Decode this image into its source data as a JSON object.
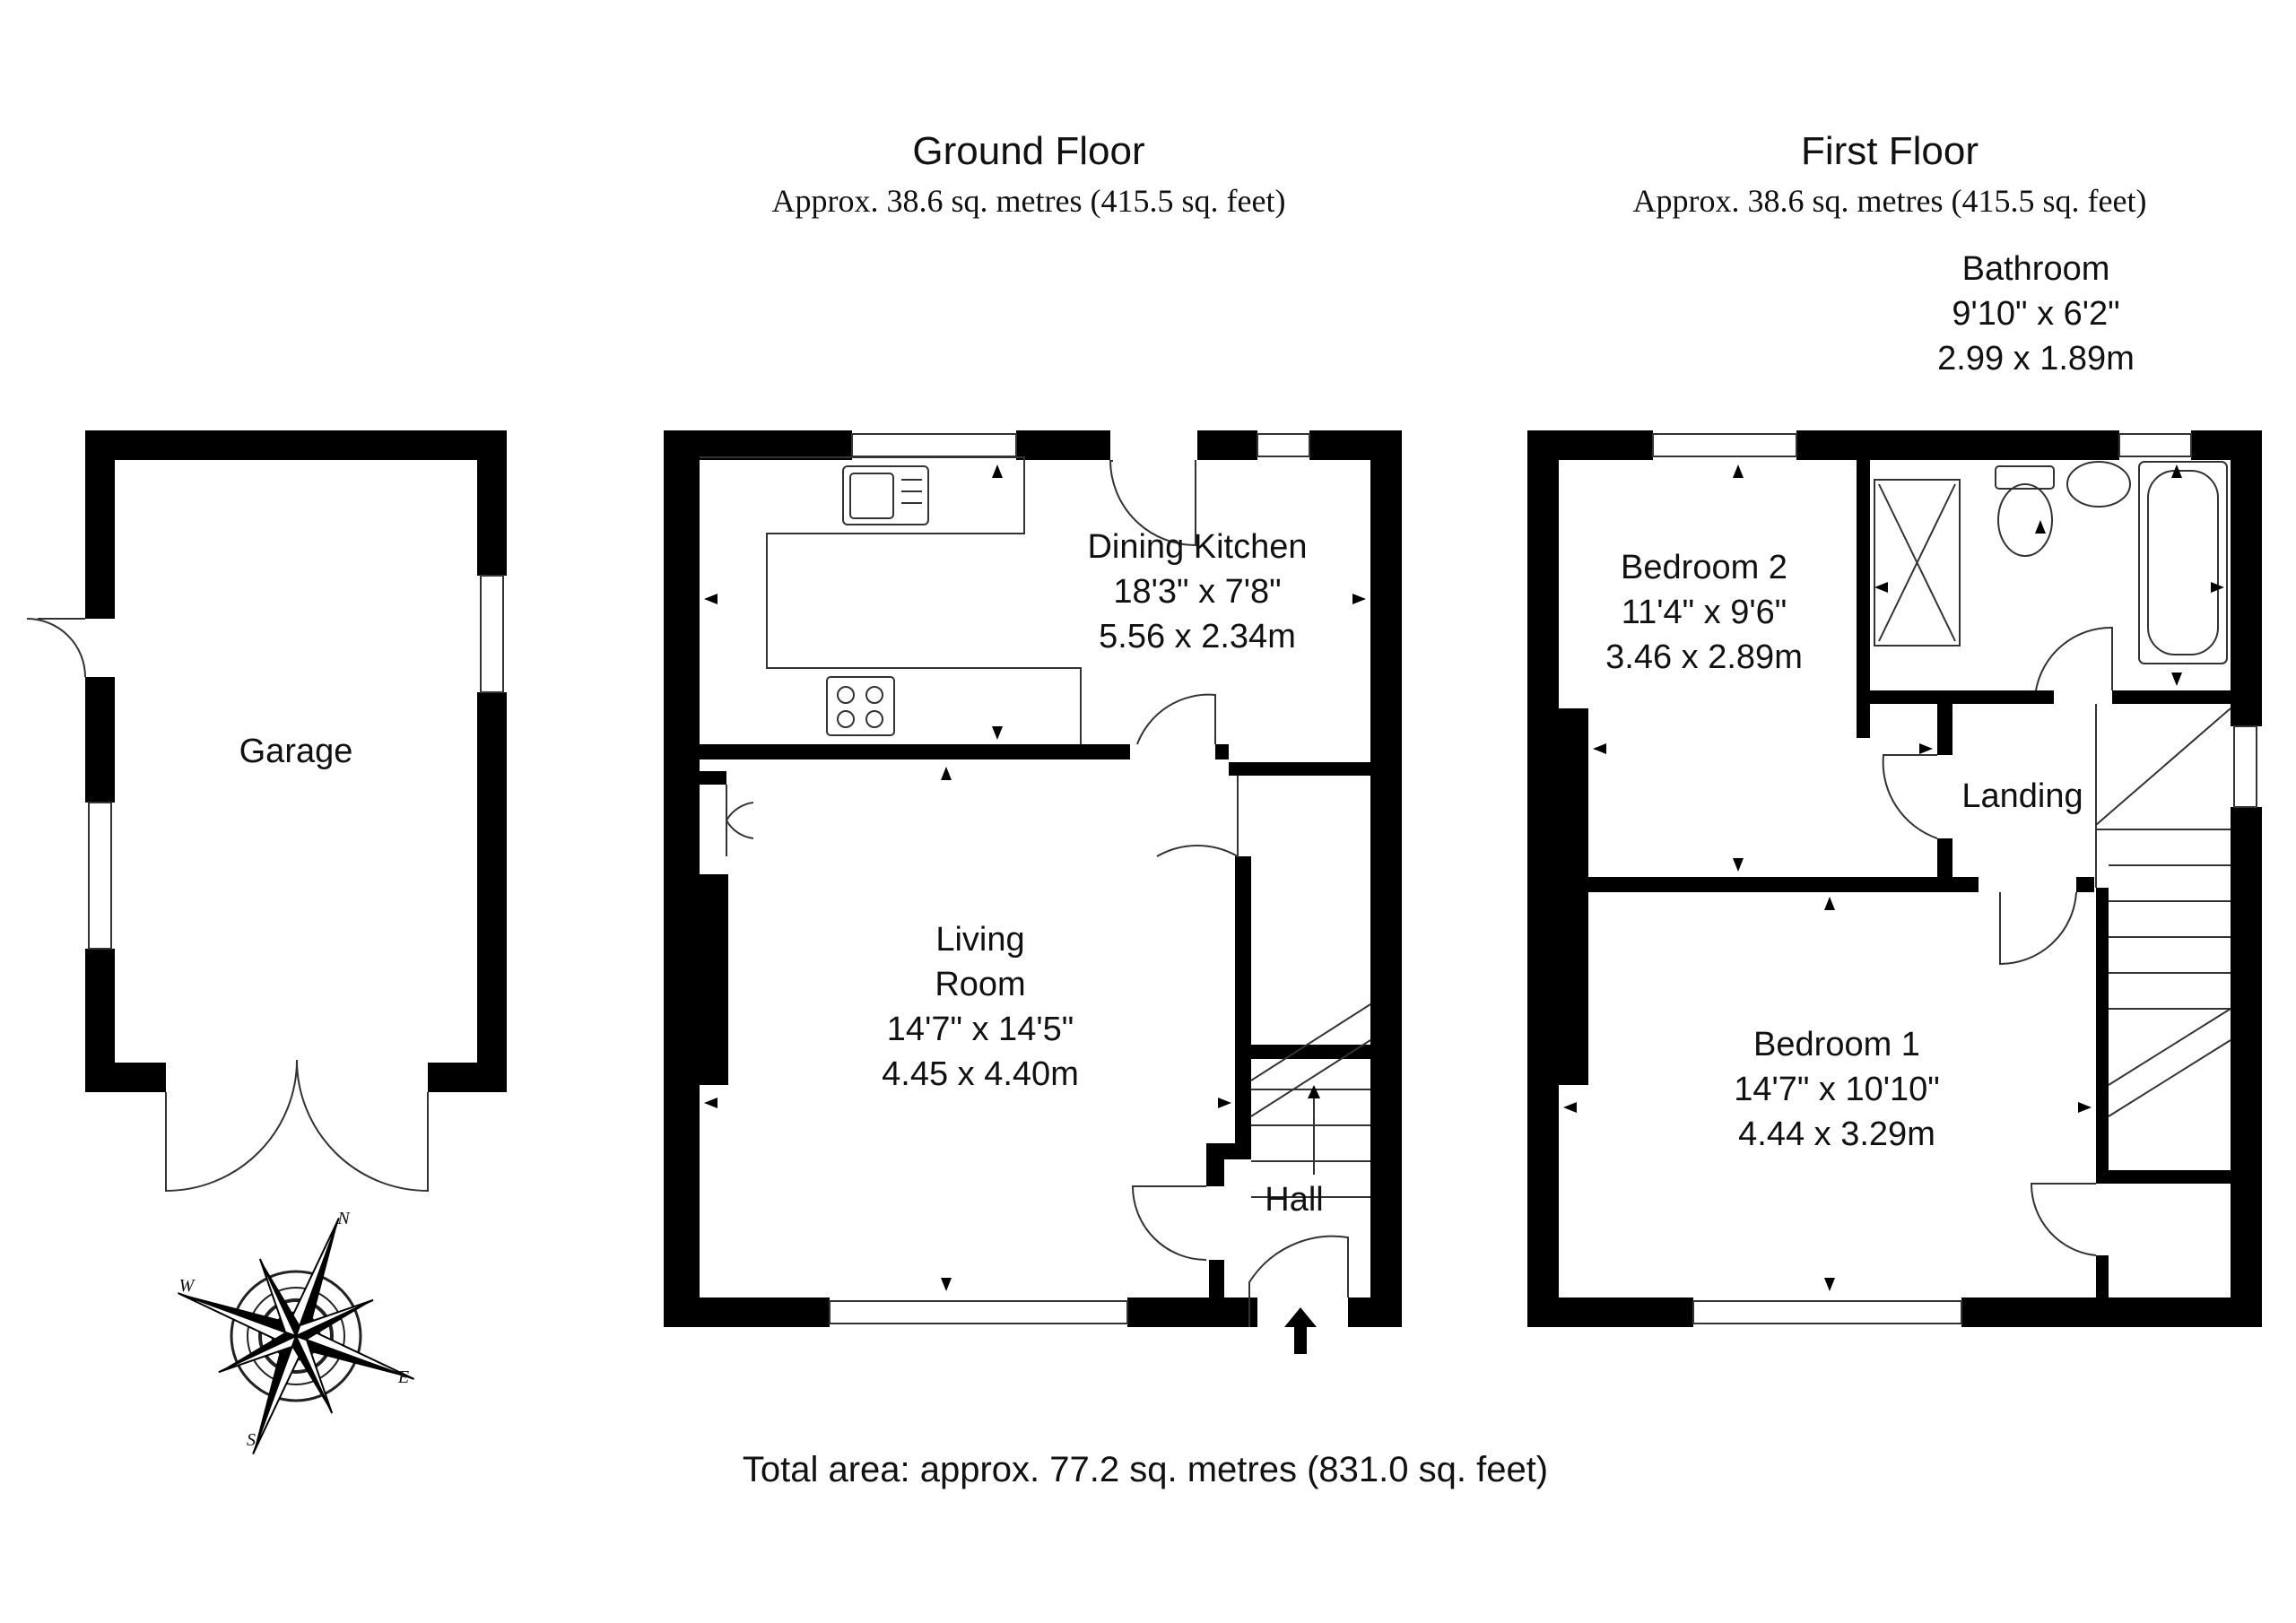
{
  "headers": {
    "ground_title": "Ground Floor",
    "ground_area": "Approx. 38.6 sq. metres (415.5 sq. feet)",
    "first_title": "First Floor",
    "first_area": "Approx. 38.6 sq. metres (415.5 sq. feet)"
  },
  "rooms": {
    "garage": {
      "name": "Garage"
    },
    "dining_kitchen": {
      "name": "Dining Kitchen",
      "imperial": "18'3\" x 7'8\"",
      "metric": "5.56 x 2.34m"
    },
    "living_room": {
      "name_line1": "Living",
      "name_line2": "Room",
      "imperial": "14'7\" x 14'5\"",
      "metric": "4.45 x 4.40m"
    },
    "hall": {
      "name": "Hall"
    },
    "bathroom": {
      "name": "Bathroom",
      "imperial": "9'10\" x 6'2\"",
      "metric": "2.99 x 1.89m"
    },
    "bedroom2": {
      "name": "Bedroom 2",
      "imperial": "11'4\" x 9'6\"",
      "metric": "3.46 x 2.89m"
    },
    "landing": {
      "name": "Landing"
    },
    "bedroom1": {
      "name": "Bedroom 1",
      "imperial": "14'7\" x 10'10\"",
      "metric": "4.44 x 3.29m"
    }
  },
  "compass": {
    "n": "N",
    "e": "E",
    "s": "S",
    "w": "W"
  },
  "footer": {
    "total_area": "Total area: approx. 77.2 sq. metres (831.0 sq. feet)"
  }
}
